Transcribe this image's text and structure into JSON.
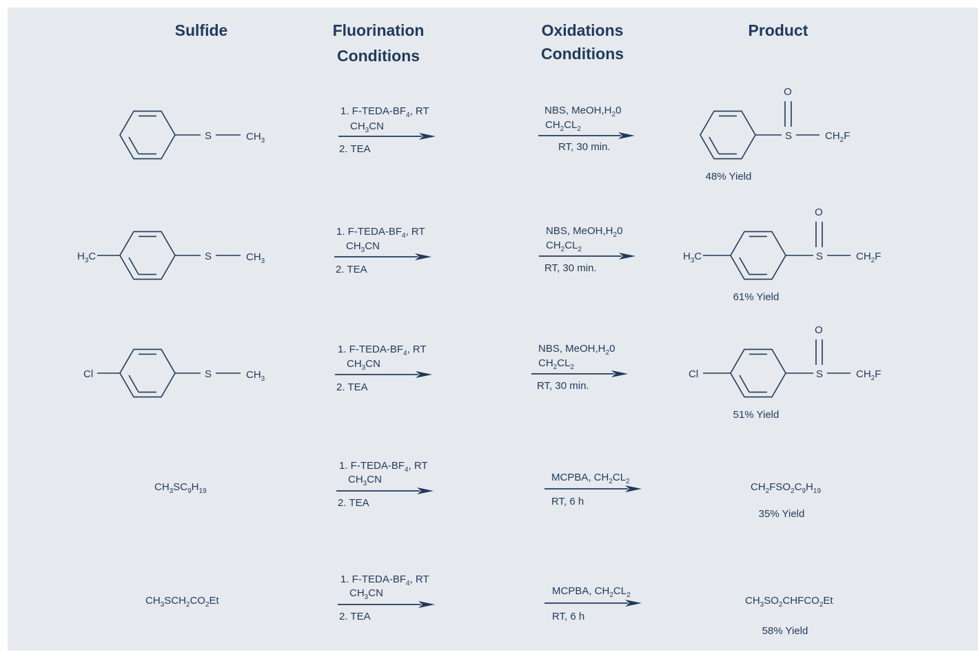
{
  "headers": {
    "sulfide": "Sulfide",
    "fluorination_line1": "Fluorination",
    "fluorination_line2": "Conditions",
    "oxidation_line1": "Oxidations",
    "oxidation_line2": "Conditions",
    "product": "Product"
  },
  "atoms": {
    "s": "S",
    "o": "O",
    "cl": "Cl",
    "h3c_h": "H",
    "h3c_c": "C",
    "ch3_ch": "CH",
    "ch2f_ch": "CH",
    "ch2f_f": "F",
    "sub3": "3",
    "sub2": "2"
  },
  "fluorination": {
    "step1": "1. F-TEDA-BF",
    "step1_sub": "4",
    "step1_tail": ", RT",
    "solvent": "CH",
    "solvent_sub": "3",
    "solvent_tail": "CN",
    "step2": "2. TEA"
  },
  "oxidation_nbs": {
    "reagent": "NBS, MeOH,H",
    "reagent_sub": "2",
    "reagent_tail": "0",
    "solvent_ch": "CH",
    "solvent_sub1": "2",
    "solvent_cl": "CL",
    "solvent_sub2": "2",
    "conditions": "RT, 30 min."
  },
  "oxidation_mcpba": {
    "reagent": "MCPBA, CH",
    "reagent_sub1": "2",
    "reagent_cl": "CL",
    "reagent_sub2": "2",
    "conditions": "RT, 6 h"
  },
  "rows": {
    "r1": {
      "yield": "48% Yield"
    },
    "r2": {
      "yield": "61% Yield"
    },
    "r3": {
      "yield": "51% Yield"
    },
    "r4": {
      "sulfide": [
        "CH",
        "3",
        "SC",
        "9",
        "H",
        "19"
      ],
      "product": [
        "CH",
        "2",
        "FSO",
        "2",
        "C",
        "9",
        "H",
        "19"
      ],
      "yield": "35% Yield"
    },
    "r5": {
      "sulfide": [
        "CH",
        "3",
        "SCH",
        "2",
        "CO",
        "2",
        "Et"
      ],
      "product": [
        "CH",
        "3",
        "SO",
        "2",
        "CHFCO",
        "2",
        "Et"
      ],
      "yield": "58% Yield"
    }
  },
  "colors": {
    "ink": "#1f3a5c",
    "panel": "#e6e9ed"
  }
}
